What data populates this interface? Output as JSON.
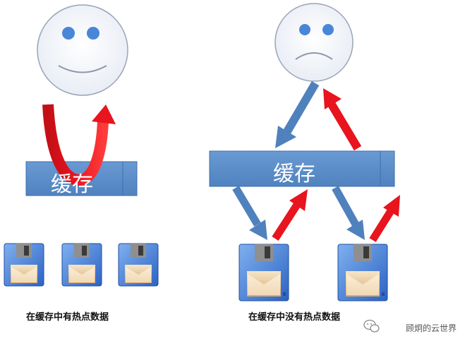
{
  "left_scenario": {
    "cache_label": "缓存",
    "caption": "在缓存中有热点数据"
  },
  "right_scenario": {
    "cache_label": "缓存",
    "caption": "在缓存中没有热点数据"
  },
  "watermark": {
    "text": "顾炯的云世界"
  },
  "colors": {
    "cache_box": "#5b8fc9",
    "request_arrow": "#4f81bd",
    "response_arrow": "#e8141e",
    "face_fill": "#f4f6fb",
    "eye": "#4a86d8"
  }
}
